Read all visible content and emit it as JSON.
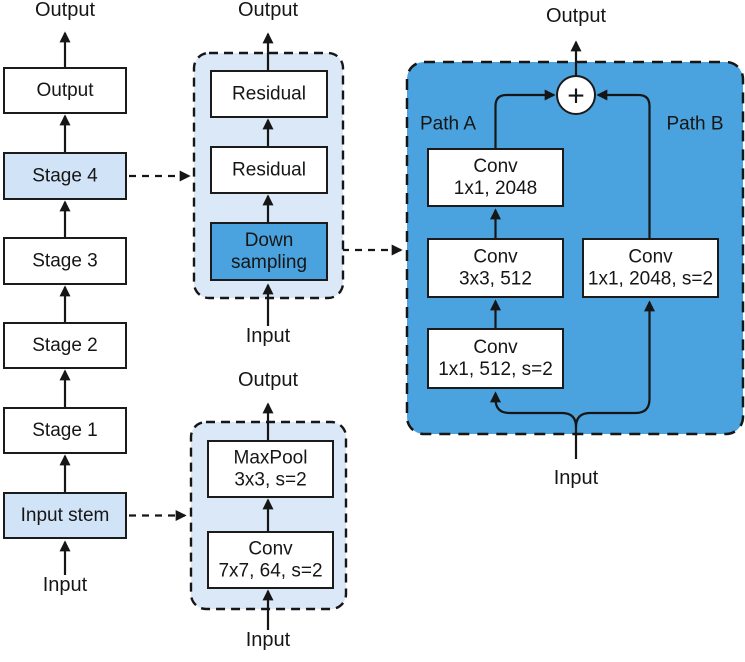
{
  "colors": {
    "accent_blue": "#4aa3de",
    "light_blue": "#d0e3f7",
    "container_blue": "#dae8f8",
    "box_white": "#ffffff"
  },
  "backbone": {
    "output_text": "Output",
    "output_box_label": "Output",
    "stage4_label": "Stage 4",
    "stage3_label": "Stage 3",
    "stage2_label": "Stage 2",
    "stage1_label": "Stage 1",
    "input_stem_label": "Input stem",
    "input_text": "Input"
  },
  "stage_detail": {
    "output_text": "Output",
    "residual1_label": "Residual",
    "residual2_label": "Residual",
    "downsampling_line1": "Down",
    "downsampling_line2": "sampling",
    "input_text": "Input"
  },
  "stem_detail": {
    "output_text": "Output",
    "maxpool_line1": "MaxPool",
    "maxpool_line2": "3x3, s=2",
    "conv_line1": "Conv",
    "conv_line2": "7x7, 64, s=2",
    "input_text": "Input"
  },
  "downsampling_detail": {
    "output_text": "Output",
    "plus_symbol": "+",
    "path_a_label": "Path A",
    "path_b_label": "Path B",
    "conv_a1_line1": "Conv",
    "conv_a1_line2": "1x1, 2048",
    "conv_a2_line1": "Conv",
    "conv_a2_line2": "3x3, 512",
    "conv_a3_line1": "Conv",
    "conv_a3_line2": "1x1, 512, s=2",
    "conv_b_line1": "Conv",
    "conv_b_line2": "1x1, 2048, s=2",
    "input_text": "Input"
  }
}
